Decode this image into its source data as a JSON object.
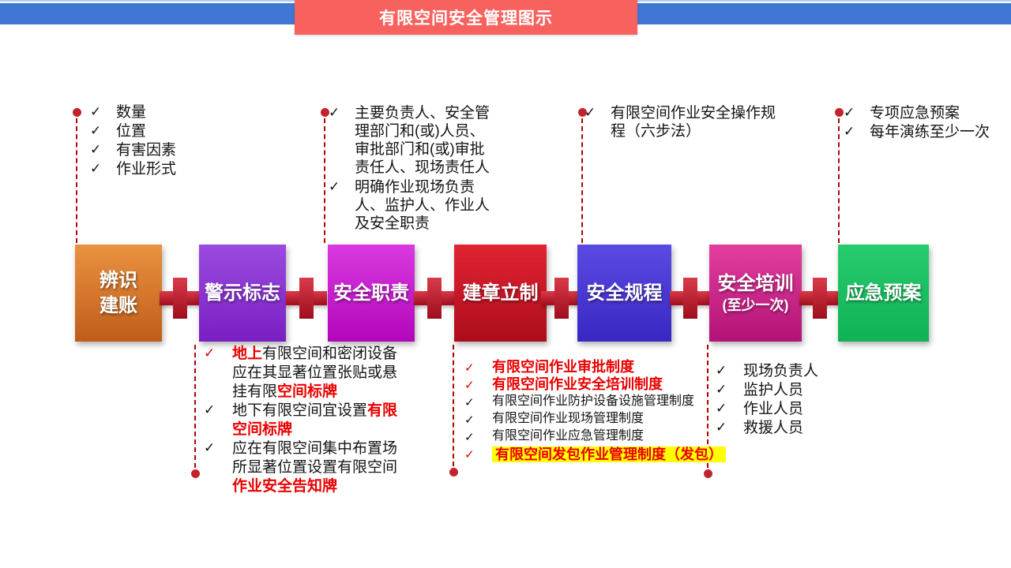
{
  "header": {
    "title": "有限空间安全管理图示"
  },
  "icons": {
    "check": "✓"
  },
  "palette": {
    "top_bar_blue": "#4177d4",
    "banner_red": "#f7625f",
    "dashed_line_red": "#b30000",
    "dot_red": "#c2232d",
    "accent_text_red": "#ea0000",
    "highlight_yellow": "#ffff00",
    "plus_red": "#c41e2a",
    "box_orange": "#d0722c",
    "box_purple": "#8a35d1",
    "box_magenta": "#c520cd",
    "box_red": "#c61827",
    "box_indigo": "#4a38d2",
    "box_pink": "#cb2a8a",
    "box_green": "#1bc061"
  },
  "flow": {
    "boxes": [
      {
        "label": "辨识\n建账"
      },
      {
        "label": "警示标志"
      },
      {
        "label": "安全职责"
      },
      {
        "label": "建章立制"
      },
      {
        "label": "安全规程"
      },
      {
        "label": "安全培训",
        "sub": "(至少一次)"
      },
      {
        "label": "应急预案"
      }
    ]
  },
  "top_notes": {
    "identify": {
      "items": [
        "数量",
        "位置",
        "有害因素",
        "作业形式"
      ]
    },
    "duty": {
      "items": [
        "主要负责人、安全管理部门和(或)人员、审批部门和(或)审批责任人、现场责任人",
        "明确作业现场负责人、监护人、作业人及安全职责"
      ]
    },
    "procedure": {
      "items": [
        "有限空间作业安全操作规程（六步法）"
      ]
    },
    "emergency": {
      "items": [
        "专项应急预案",
        "每年演练至少一次"
      ]
    }
  },
  "bottom_notes": {
    "signs": {
      "items": [
        {
          "red_head": "地上",
          "body": "有限空间和密闭设备应在其显著位置张贴或悬挂有限",
          "red_tail": "空间标牌"
        },
        {
          "body": "地下有限空间宜设置",
          "red_tail": "有限空间标牌"
        },
        {
          "body": "应在有限空间集中布置场所显著位置设置有限空间",
          "red_tail": "作业安全告知牌"
        }
      ]
    },
    "institutions": {
      "items": [
        {
          "text": "有限空间作业审批制度"
        },
        {
          "text": "有限空间作业安全培训制度"
        },
        {
          "text": "有限空间作业防护设备设施管理制度"
        },
        {
          "text": "有限空间作业现场管理制度"
        },
        {
          "text": "有限空间作业应急管理制度"
        },
        {
          "text": "有限空间发包作业管理制度（发包）"
        }
      ]
    },
    "personnel": {
      "items": [
        "现场负责人",
        "监护人员",
        "作业人员",
        "救援人员"
      ]
    }
  }
}
